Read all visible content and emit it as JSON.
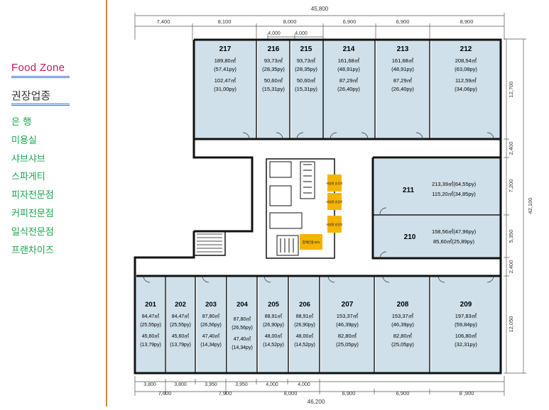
{
  "sidebar": {
    "title": "Food Zone",
    "recommended_heading": "권장업종",
    "items": [
      "은  행",
      "미용실",
      "샤브샤브",
      "스파게티",
      "피자전문점",
      "커피전문점",
      "일식전문점",
      "프랜차이즈"
    ]
  },
  "plan": {
    "dims_top": {
      "total": "45,800",
      "segments": [
        "7,400",
        "8,100",
        "8,000",
        "6,900",
        "6,900",
        "8,900"
      ],
      "sub": [
        "4,000",
        "4,000"
      ]
    },
    "dims_bottom": {
      "row1": [
        "3,800",
        "3,800",
        "3,950",
        "3,950",
        "4,000",
        "4,000"
      ],
      "row2": [
        "7,600",
        "7,900",
        "8,000",
        "6,900",
        "6,900",
        "8  ,900"
      ],
      "total": "46,200"
    },
    "dims_right": {
      "segments": [
        "12,700",
        "2,400",
        "7,200",
        "5,350",
        "2,400",
        "12,050"
      ],
      "total": "42,100"
    },
    "rooms_top": [
      {
        "id": "217",
        "a1": "189,80㎡",
        "b1": "(57,41py)",
        "a2": "102,47㎡",
        "b2": "(31,00py)"
      },
      {
        "id": "216",
        "a1": "93,73㎡",
        "b1": "(28,35py)",
        "a2": "50,60㎡",
        "b2": "(15,31py)"
      },
      {
        "id": "215",
        "a1": "93,73㎡",
        "b1": "(28,35py)",
        "a2": "50,60㎡",
        "b2": "(15,31py)"
      },
      {
        "id": "214",
        "a1": "161,68㎡",
        "b1": "(48,91py)",
        "a2": "87,29㎡",
        "b2": "(26,40py)"
      },
      {
        "id": "213",
        "a1": "161,68㎡",
        "b1": "(48,91py)",
        "a2": "87,29㎡",
        "b2": "(26,40py)"
      },
      {
        "id": "212",
        "a1": "208,54㎡",
        "b1": "(63,08py)",
        "a2": "112,59㎡",
        "b2": "(34,06py)"
      }
    ],
    "rooms_side": [
      {
        "id": "211",
        "l1": "213,39㎡(64,55py)",
        "l2": "115,20㎡(34,85py)"
      },
      {
        "id": "210",
        "l1": "158,56㎡(47,96py)",
        "l2": "85,60㎡(25,89py)"
      }
    ],
    "rooms_bottom": [
      {
        "id": "201",
        "a1": "84,47㎡",
        "b1": "(25,55py)",
        "a2": "45,60㎡",
        "b2": "(13,79py)"
      },
      {
        "id": "202",
        "a1": "84,47㎡",
        "b1": "(25,55py)",
        "a2": "45,60㎡",
        "b2": "(13,79py)"
      },
      {
        "id": "203",
        "a1": "87,80㎡",
        "b1": "(26,56py)",
        "a2": "47,40㎡",
        "b2": "(14,34py)"
      },
      {
        "id": "204",
        "a1": "87,80㎡",
        "b1": "(26,56py)",
        "a2": "47,40㎡",
        "b2": "(14,34py)"
      },
      {
        "id": "205",
        "a1": "88,91㎡",
        "b1": "(26,90py)",
        "a2": "48,00㎡",
        "b2": "(14,52py)"
      },
      {
        "id": "206",
        "a1": "88,91㎡",
        "b1": "(26,90py)",
        "a2": "48,00㎡",
        "b2": "(14,52py)"
      },
      {
        "id": "207",
        "a1": "153,37㎡",
        "b1": "(46,39py)",
        "a2": "82,80㎡",
        "b2": "(25,05py)"
      },
      {
        "id": "208",
        "a1": "153,37㎡",
        "b1": "(46,39py)",
        "a2": "82,80㎡",
        "b2": "(25,05py)"
      },
      {
        "id": "209",
        "a1": "197,83㎡",
        "b1": "(59,84py)",
        "a2": "106,80㎡",
        "b2": "(32,31py)"
      }
    ],
    "core_labels": [
      "비상용 승강기",
      "비상용 승강기",
      "비상용 승강기",
      "장애인용 E/V"
    ],
    "colors": {
      "room_fill": "#cfe0ea",
      "wall": "#111111",
      "core_yellow": "#f5b400",
      "accent_line": "#c88a4a"
    }
  }
}
